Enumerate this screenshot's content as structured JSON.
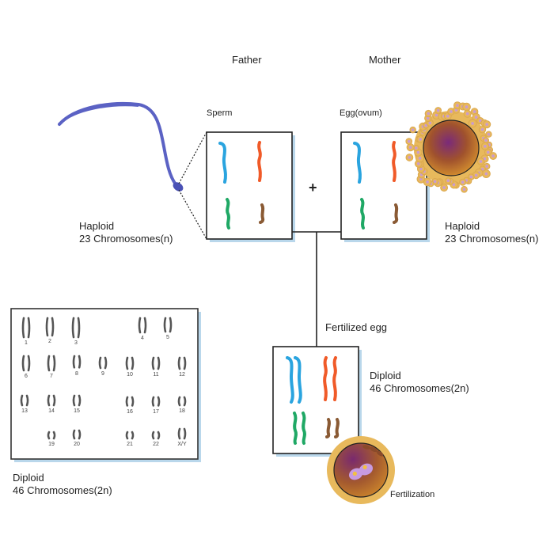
{
  "title": "Fertilization: haploid gametes combine into a diploid zygote",
  "parents": {
    "father": {
      "label": "Father",
      "cell_label": "Sperm",
      "ploidy": "Haploid",
      "count": "23 Chromosomes(n)"
    },
    "mother": {
      "label": "Mother",
      "cell_label": "Egg(ovum)",
      "ploidy": "Haploid",
      "count": "23 Chromosomes(n)"
    }
  },
  "operator": "+",
  "zygote": {
    "label": "Fertilized egg",
    "ploidy": "Diploid",
    "count": "46 Chromosomes(2n)",
    "event_label": "Fertilization"
  },
  "karyotype": {
    "ploidy": "Diploid",
    "count": "46 Chromosomes(2n)",
    "labels": [
      "1",
      "2",
      "3",
      "4",
      "5",
      "6",
      "7",
      "8",
      "9",
      "10",
      "11",
      "12",
      "13",
      "14",
      "15",
      "16",
      "17",
      "18",
      "19",
      "20",
      "21",
      "22",
      "X/Y"
    ]
  },
  "colors": {
    "chromosome_blue": "#2aa4df",
    "chromosome_orange": "#f05a28",
    "chromosome_green": "#1fa865",
    "chromosome_brown": "#8a5a34",
    "sperm": "#5b62c4",
    "egg_corona": "#e8b95c",
    "egg_cytoplasm": "#c27a2c",
    "egg_nucleus": "#7a2a7a",
    "corona_cells": "#c99bd0",
    "box_shadow": "#a8cde6"
  }
}
